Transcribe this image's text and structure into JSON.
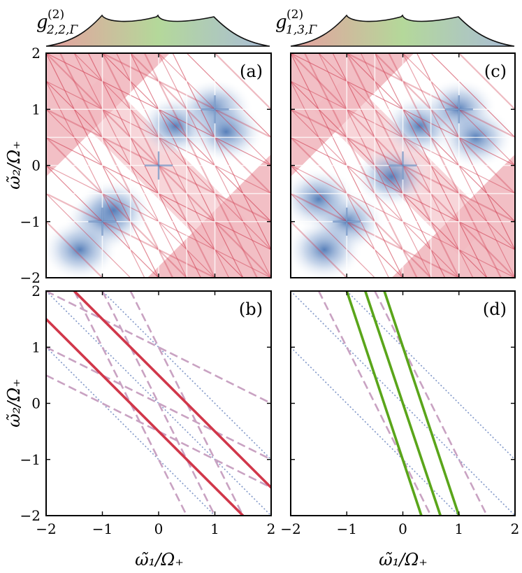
{
  "colors": {
    "red": "#d1374a",
    "green": "#5aa51a",
    "blue_dotted": "#7f96c8",
    "pink_dashed": "#c9a2c2",
    "colorbar_left": "#e79f9f",
    "colorbar_mid": "#b4d89a",
    "colorbar_right": "#a9bcd8"
  },
  "colorbar_labels": {
    "left": "g^(2)_{2,2,Γ}",
    "right": "g^(2)_{1,3,Γ}"
  },
  "axes": {
    "xlabel": "ω̃₁/Ω₊",
    "ylabel": "ω̃₂/Ω₊",
    "xlim": [
      -2,
      2
    ],
    "ylim": [
      -2,
      2
    ],
    "ticks": [
      -2,
      -1,
      0,
      1,
      2
    ],
    "tick_labels": [
      "−2",
      "−1",
      "0",
      "1",
      "2"
    ]
  },
  "chart_data": [
    {
      "panel": "(a)",
      "type": "heatmap",
      "colormap": "red-white-blue",
      "description_source": "g2_{2,2,Γ}",
      "bright_lines_slopes": [
        -1,
        -0.5,
        -2
      ]
    },
    {
      "panel": "(b)",
      "type": "line",
      "solid_lines": [
        {
          "x": [
            -1.6,
            2.0
          ],
          "y": [
            2.1,
            -1.5
          ]
        },
        {
          "x": [
            -2.0,
            1.6
          ],
          "y": [
            1.5,
            -2.1
          ]
        }
      ],
      "dashed_lines": [
        {
          "x": [
            -2.0,
            2.0
          ],
          "y": [
            2.0,
            0.0
          ]
        },
        {
          "x": [
            -2.0,
            2.0
          ],
          "y": [
            1.0,
            -1.0
          ]
        },
        {
          "x": [
            -2.0,
            2.0
          ],
          "y": [
            0.5,
            -1.5
          ]
        },
        {
          "x": [
            -1.5,
            0.5
          ],
          "y": [
            2.0,
            -2.0
          ]
        },
        {
          "x": [
            -0.5,
            1.5
          ],
          "y": [
            2.0,
            -2.0
          ]
        },
        {
          "x": [
            -1.0,
            1.0
          ],
          "y": [
            2.0,
            -2.0
          ]
        }
      ],
      "dotted_lines": [
        {
          "x": [
            -2.0,
            2.0
          ],
          "y": [
            2.0,
            -2.0
          ]
        },
        {
          "x": [
            -2.0,
            2.0
          ],
          "y": [
            1.0,
            -3.0
          ]
        },
        {
          "x": [
            -2.0,
            2.0
          ],
          "y": [
            3.0,
            -1.0
          ]
        },
        {
          "x": [
            -2.0,
            2.0
          ],
          "y": [
            2.5,
            -1.5
          ]
        }
      ]
    },
    {
      "panel": "(c)",
      "type": "heatmap",
      "colormap": "red-white-blue",
      "description_source": "g2_{1,3,Γ}",
      "bright_lines_slopes": [
        -1,
        -0.5,
        -2
      ]
    },
    {
      "panel": "(d)",
      "type": "line",
      "solid_lines": [
        {
          "x": [
            -1.0,
            0.33
          ],
          "y": [
            2.0,
            -2.0
          ]
        },
        {
          "x": [
            -0.67,
            0.67
          ],
          "y": [
            2.0,
            -2.0
          ]
        },
        {
          "x": [
            -0.33,
            1.0
          ],
          "y": [
            2.0,
            -2.0
          ]
        }
      ],
      "dashed_lines": [
        {
          "x": [
            -1.5,
            0.5
          ],
          "y": [
            2.0,
            -2.0
          ]
        },
        {
          "x": [
            -0.5,
            1.5
          ],
          "y": [
            2.0,
            -2.0
          ]
        }
      ],
      "dotted_lines": [
        {
          "x": [
            -2.0,
            2.0
          ],
          "y": [
            2.0,
            -2.0
          ]
        },
        {
          "x": [
            -2.0,
            2.0
          ],
          "y": [
            1.0,
            -3.0
          ]
        },
        {
          "x": [
            -1.0,
            2.0
          ],
          "y": [
            2.0,
            -1.0
          ]
        }
      ]
    }
  ]
}
